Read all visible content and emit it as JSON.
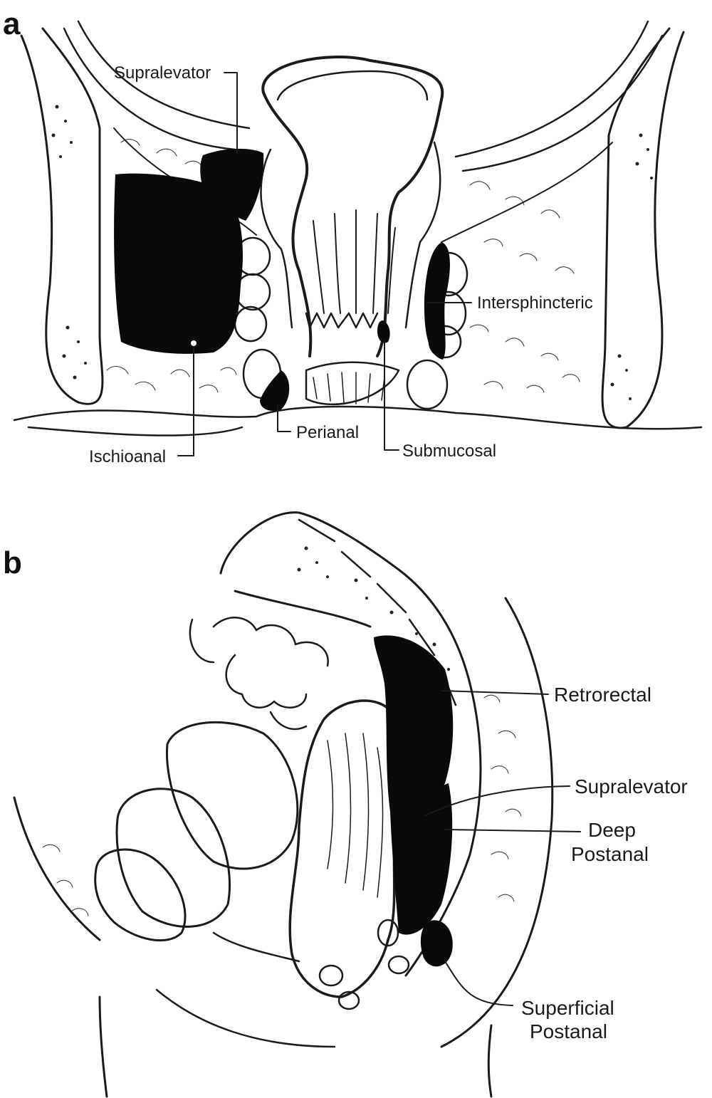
{
  "panels": [
    {
      "letter": "a",
      "labels": {
        "supralevator": "Supralevator",
        "intersphincteric": "Intersphincteric",
        "ischioanal": "Ischioanal",
        "perianal": "Perianal",
        "submucosal": "Submucosal"
      }
    },
    {
      "letter": "b",
      "labels": {
        "retrorectal": "Retrorectal",
        "supralevator": "Supralevator",
        "deep_line1": "Deep",
        "deep_line2": "Postanal",
        "superficial_line1": "Superficial",
        "superficial_line2": "Postanal"
      }
    }
  ],
  "colors": {
    "ink": "#1b1b1b",
    "abscess": "#0a0a0a",
    "background": "#ffffff"
  }
}
